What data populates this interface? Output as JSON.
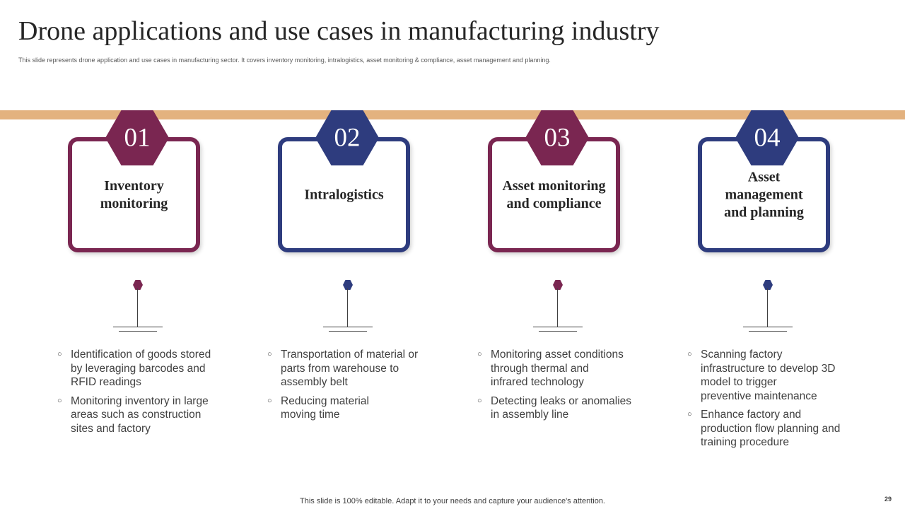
{
  "slide": {
    "title": "Drone applications and use cases in manufacturing industry",
    "subtitle": "This slide represents drone application and use cases in manufacturing sector. It covers inventory monitoring, intralogistics, asset monitoring & compliance, asset management  and planning.",
    "footer": "This slide is 100% editable. Adapt it to your needs and capture your audience's attention.",
    "page_number": "29"
  },
  "colors": {
    "maroon": "#7a2651",
    "navy": "#2e3c7e",
    "band": "#e3b27f"
  },
  "bullet_icon": "circle-bullet-icon",
  "bullet_symbol": "○",
  "steps": [
    {
      "number": "01",
      "title": "Inventory\nmonitoring",
      "bullets": [
        "Identification  of goods stored\nby leveraging barcodes and\nRFID readings",
        "Monitoring inventory  in large\nareas such as construction\nsites and factory"
      ]
    },
    {
      "number": "02",
      "title": "Intralogistics",
      "bullets": [
        "Transportation  of material or\nparts from warehouse to\nassembly belt",
        "Reducing material\nmoving time"
      ]
    },
    {
      "number": "03",
      "title": "Asset monitoring\nand compliance",
      "bullets": [
        "Monitoring asset conditions\nthrough thermal  and\ninfrared technology",
        "Detecting leaks or anomalies\nin assembly line"
      ]
    },
    {
      "number": "04",
      "title": "Asset\nmanagement\nand planning",
      "bullets": [
        "Scanning factory\ninfrastructure  to develop 3D\nmodel to trigger\npreventive maintenance",
        "Enhance factory and\nproduction flow planning and\ntraining procedure"
      ]
    }
  ]
}
